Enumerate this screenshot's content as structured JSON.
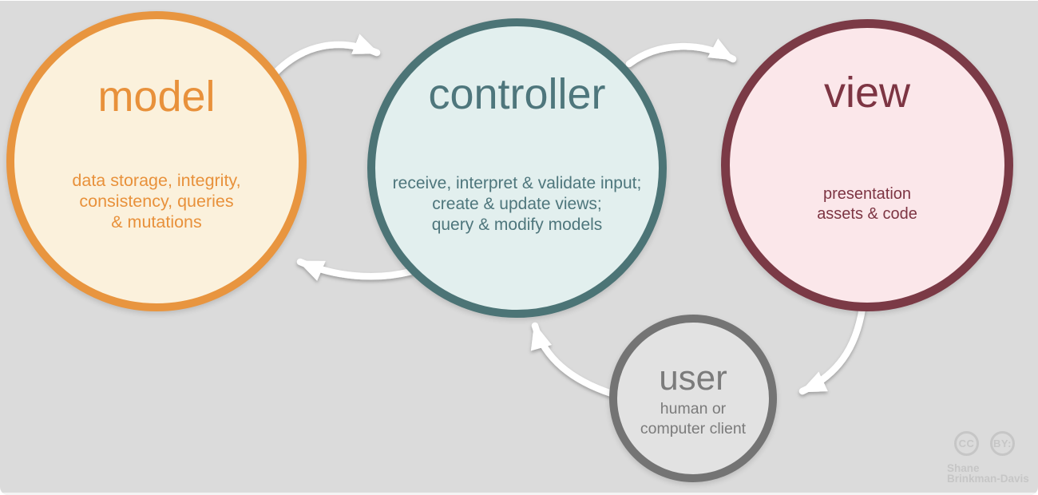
{
  "theme": {
    "bg": "#dbdbdb",
    "arrow": "#ffffff",
    "model_border": "#e8953f",
    "model_fill": "#fbf1dc",
    "model_text": "#e8913b",
    "controller_border": "#4c7476",
    "controller_fill": "#e2efee",
    "controller_text": "#4e767c",
    "view_border": "#7b3a46",
    "view_fill": "#fbe7ea",
    "view_text": "#7d3543",
    "user_border": "#747474",
    "user_fill": "#e2e2e2",
    "user_text": "#7b7b7b",
    "attribution": "#c6c6c6"
  },
  "nodes": {
    "model": {
      "title": "model",
      "lines": [
        "data storage, integrity,",
        "consistency, queries",
        "& mutations"
      ]
    },
    "controller": {
      "title": "controller",
      "lines": [
        "receive, interpret & validate input;",
        "create & update views;",
        "query & modify models"
      ]
    },
    "view": {
      "title": "view",
      "lines": [
        "presentation",
        "assets & code"
      ]
    },
    "user": {
      "title": "user",
      "lines": [
        "human or",
        "computer client"
      ]
    }
  },
  "flows": [
    {
      "from": "model",
      "to": "controller"
    },
    {
      "from": "controller",
      "to": "view"
    },
    {
      "from": "controller",
      "to": "model"
    },
    {
      "from": "view",
      "to": "user"
    },
    {
      "from": "user",
      "to": "controller"
    }
  ],
  "attribution": {
    "badge_cc": "CC",
    "badge_by": "BY:",
    "author_line1": "Shane",
    "author_line2": "Brinkman-Davis"
  }
}
